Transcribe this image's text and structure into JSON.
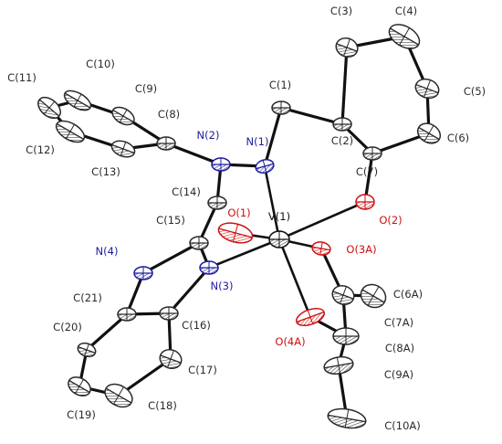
{
  "molecule": {
    "colors": {
      "carbon": "#2a2a2a",
      "nitrogen": "#1d1d9e",
      "oxygen": "#cc1111",
      "vanadium": "#111111",
      "bond": "#111111"
    },
    "atoms": [
      {
        "id": "V1",
        "label": "V(1)",
        "element": "V"
      },
      {
        "id": "O1",
        "label": "O(1)",
        "element": "O"
      },
      {
        "id": "O2",
        "label": "O(2)",
        "element": "O"
      },
      {
        "id": "O3A",
        "label": "O(3A)",
        "element": "O"
      },
      {
        "id": "O4A",
        "label": "O(4A)",
        "element": "O"
      },
      {
        "id": "N1",
        "label": "N(1)",
        "element": "N"
      },
      {
        "id": "N2",
        "label": "N(2)",
        "element": "N"
      },
      {
        "id": "N3",
        "label": "N(3)",
        "element": "N"
      },
      {
        "id": "N4",
        "label": "N(4)",
        "element": "N"
      },
      {
        "id": "C1",
        "label": "C(1)",
        "element": "C"
      },
      {
        "id": "C2",
        "label": "C(2)",
        "element": "C"
      },
      {
        "id": "C3",
        "label": "C(3)",
        "element": "C"
      },
      {
        "id": "C4",
        "label": "C(4)",
        "element": "C"
      },
      {
        "id": "C5",
        "label": "C(5)",
        "element": "C"
      },
      {
        "id": "C6",
        "label": "C(6)",
        "element": "C"
      },
      {
        "id": "C7",
        "label": "C(7)",
        "element": "C"
      },
      {
        "id": "C8",
        "label": "C(8)",
        "element": "C"
      },
      {
        "id": "C9",
        "label": "C(9)",
        "element": "C"
      },
      {
        "id": "C10",
        "label": "C(10)",
        "element": "C"
      },
      {
        "id": "C11",
        "label": "C(11)",
        "element": "C"
      },
      {
        "id": "C12",
        "label": "C(12)",
        "element": "C"
      },
      {
        "id": "C13",
        "label": "C(13)",
        "element": "C"
      },
      {
        "id": "C14",
        "label": "C(14)",
        "element": "C"
      },
      {
        "id": "C15",
        "label": "C(15)",
        "element": "C"
      },
      {
        "id": "C16",
        "label": "C(16)",
        "element": "C"
      },
      {
        "id": "C17",
        "label": "C(17)",
        "element": "C"
      },
      {
        "id": "C18",
        "label": "C(18)",
        "element": "C"
      },
      {
        "id": "C19",
        "label": "C(19)",
        "element": "C"
      },
      {
        "id": "C20",
        "label": "C(20)",
        "element": "C"
      },
      {
        "id": "C21",
        "label": "C(21)",
        "element": "C"
      },
      {
        "id": "C6A",
        "label": "C(6A)",
        "element": "C"
      },
      {
        "id": "C7A",
        "label": "C(7A)",
        "element": "C"
      },
      {
        "id": "C8A",
        "label": "C(8A)",
        "element": "C"
      },
      {
        "id": "C9A",
        "label": "C(9A)",
        "element": "C"
      },
      {
        "id": "C10A",
        "label": "C(10A)",
        "element": "C"
      }
    ],
    "bonds": [
      [
        "V1",
        "O1"
      ],
      [
        "V1",
        "O2"
      ],
      [
        "V1",
        "O3A"
      ],
      [
        "V1",
        "O4A"
      ],
      [
        "V1",
        "N1"
      ],
      [
        "V1",
        "N3"
      ],
      [
        "N1",
        "C1"
      ],
      [
        "N1",
        "N2"
      ],
      [
        "N2",
        "C8"
      ],
      [
        "N2",
        "C14"
      ],
      [
        "C14",
        "C15"
      ],
      [
        "C15",
        "N3"
      ],
      [
        "C15",
        "N4"
      ],
      [
        "N4",
        "C21"
      ],
      [
        "N3",
        "C16"
      ],
      [
        "C16",
        "C21"
      ],
      [
        "C16",
        "C17"
      ],
      [
        "C17",
        "C18"
      ],
      [
        "C18",
        "C19"
      ],
      [
        "C19",
        "C20"
      ],
      [
        "C20",
        "C21"
      ],
      [
        "C1",
        "C2"
      ],
      [
        "C2",
        "C3"
      ],
      [
        "C3",
        "C4"
      ],
      [
        "C4",
        "C5"
      ],
      [
        "C5",
        "C6"
      ],
      [
        "C6",
        "C7"
      ],
      [
        "C7",
        "C2"
      ],
      [
        "C7",
        "O2"
      ],
      [
        "C8",
        "C9"
      ],
      [
        "C9",
        "C10"
      ],
      [
        "C10",
        "C11"
      ],
      [
        "C11",
        "C12"
      ],
      [
        "C12",
        "C13"
      ],
      [
        "C13",
        "C8"
      ],
      [
        "O3A",
        "C7A"
      ],
      [
        "C7A",
        "C6A"
      ],
      [
        "C7A",
        "C8A"
      ],
      [
        "O4A",
        "C8A"
      ],
      [
        "C8A",
        "C9A"
      ],
      [
        "C9A",
        "C10A"
      ]
    ]
  }
}
